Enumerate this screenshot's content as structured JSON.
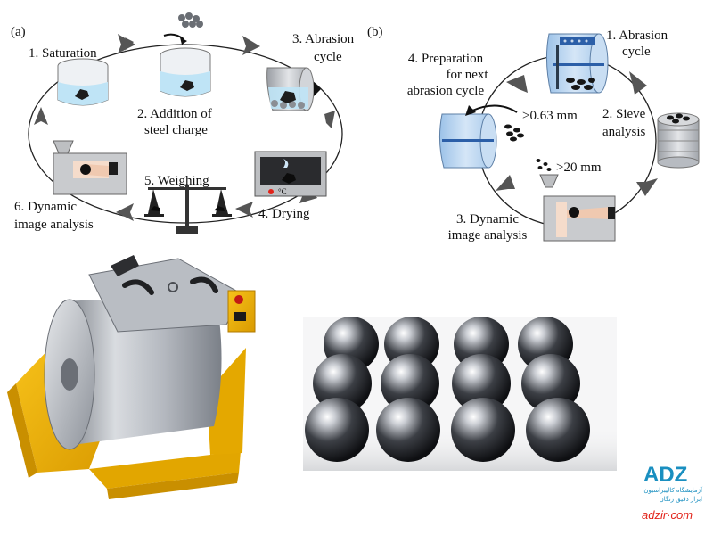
{
  "panel_a": {
    "tag": "(a)",
    "steps": {
      "s1": "1. Saturation",
      "s2_l1": "2. Addition of",
      "s2_l2": "steel charge",
      "s3_l1": "3. Abrasion",
      "s3_l2": "cycle",
      "s4": "4. Drying",
      "s5": "5. Weighing",
      "s6_l1": "6. Dynamic",
      "s6_l2": "image analysis"
    },
    "temp_unit": "°C"
  },
  "panel_b": {
    "tag": "(b)",
    "steps": {
      "s1_l1": "1. Abrasion",
      "s1_l2": "cycle",
      "s2_l1": "2. Sieve",
      "s2_l2": "analysis",
      "s3_l1": "3. Dynamic",
      "s3_l2": "image analysis",
      "s4_l1": "4. Preparation",
      "s4_l2": "for next",
      "s4_l3": "abrasion cycle"
    },
    "size_063": ">0.63 mm",
    "size_20": ">20 mm"
  },
  "logo": {
    "mark": "ADZ",
    "fa_line1": "آزمایشگاه کالیبراسیون",
    "fa_line2": "ابزار دقیق زنگان",
    "url": "adzir·com"
  },
  "colors": {
    "arrow": "#555555",
    "water": "#bfe4f6",
    "drum_blue": "#b9d6f2",
    "machine_yellow": "#f2b400",
    "steel": "#a8acb3",
    "logo_blue": "#1a8fc0",
    "logo_red": "#e2231a"
  }
}
